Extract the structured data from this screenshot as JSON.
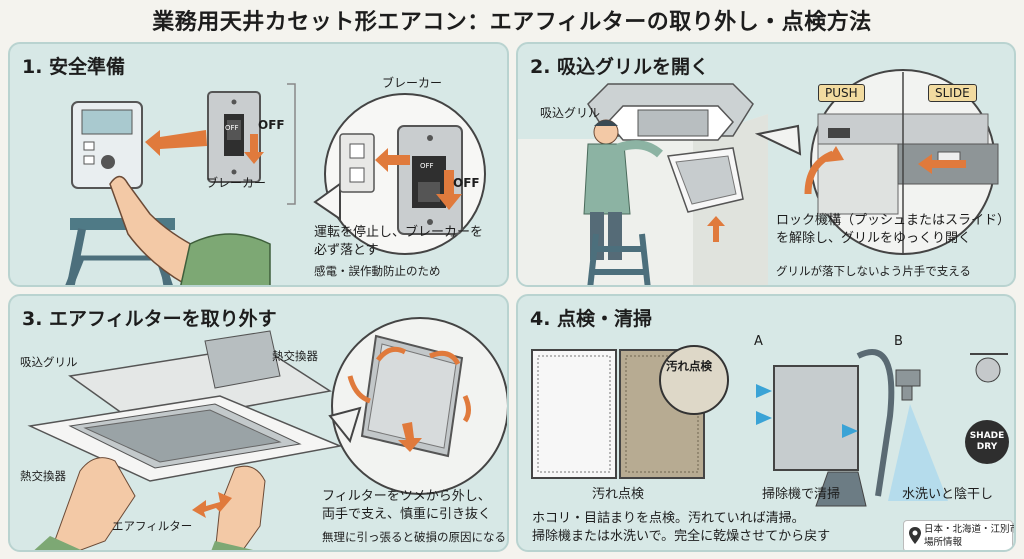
{
  "title": "業務用天井カセット形エアコン：エアフィルターの取り外し・点検方法",
  "panel1": {
    "heading": "1. 安全準備",
    "breaker_label": "ブレーカー",
    "breaker_label_zoom": "ブレーカー",
    "off_label": "OFF",
    "off_label_zoom": "OFF",
    "switch_off_text": "OFF",
    "switch_off_text_zoom": "OFF",
    "line1": "運転を停止し、ブレーカーを",
    "line2": "必ず落とす",
    "line3": "感電・誤作動防止のため"
  },
  "panel2": {
    "heading": "2. 吸込グリルを開く",
    "grille_label": "吸込グリル",
    "push_label": "PUSH",
    "slide_label": "SLIDE",
    "line1": "ロック機構（プッシュまたはスライド）",
    "line2": "を解除し、グリルをゆっくり開く",
    "line3": "グリルが落下しないよう片手で支える"
  },
  "panel3": {
    "heading": "3. エアフィルターを取り外す",
    "grille_label": "吸込グリル",
    "hx_top_label": "熱交換器",
    "hx_left_label": "熱交換器",
    "filter_label": "エアフィルター",
    "line1": "フィルターをツメから外し、",
    "line2": "両手で支え、慎重に引き抜く",
    "line3": "無理に引っ張ると破損の原因になる"
  },
  "panel4": {
    "heading": "4. 点検・清掃",
    "dirt_callout": "汚れ点検",
    "caption_inspect": "汚れ点検",
    "marker_a": "A",
    "marker_b": "B",
    "caption_vacuum": "掃除機で清掃",
    "caption_wash": "水洗いと陰干し",
    "badge_line1": "SHADE",
    "badge_line2": "DRY",
    "line1": "ホコリ・目詰まりを点検。汚れていれば清掃。",
    "line2": "掃除機または水洗いで。完全に乾燥させてから戻す",
    "location_line1": "日本・北海道・江別市",
    "location_line2": "場所情報"
  },
  "colors": {
    "panel_bg": "#d7e8e6",
    "arrow_orange": "#e07a3c",
    "water_blue": "#3aa3d6",
    "label_yellow": "#f2dba0"
  }
}
